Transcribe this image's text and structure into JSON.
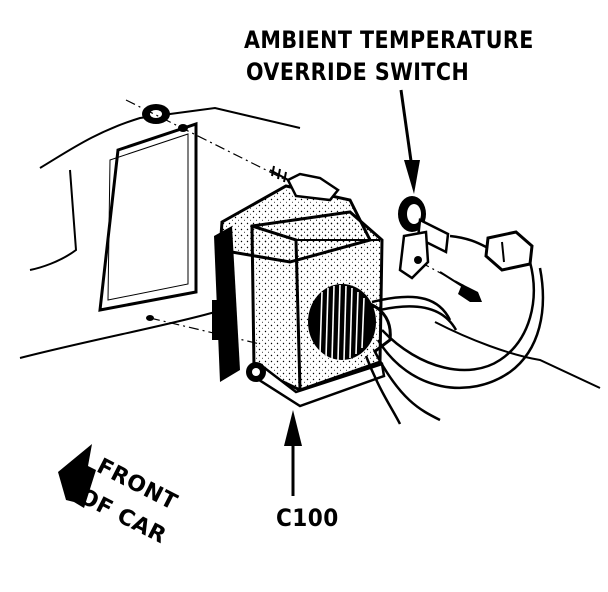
{
  "labels": {
    "switch_line1": "AMBIENT TEMPERATURE",
    "switch_line2": "OVERRIDE SWITCH",
    "connector": "C100",
    "front_line1": "FRONT",
    "front_line2": "OF CAR"
  },
  "colors": {
    "ink": "#000000",
    "paper": "#ffffff"
  }
}
